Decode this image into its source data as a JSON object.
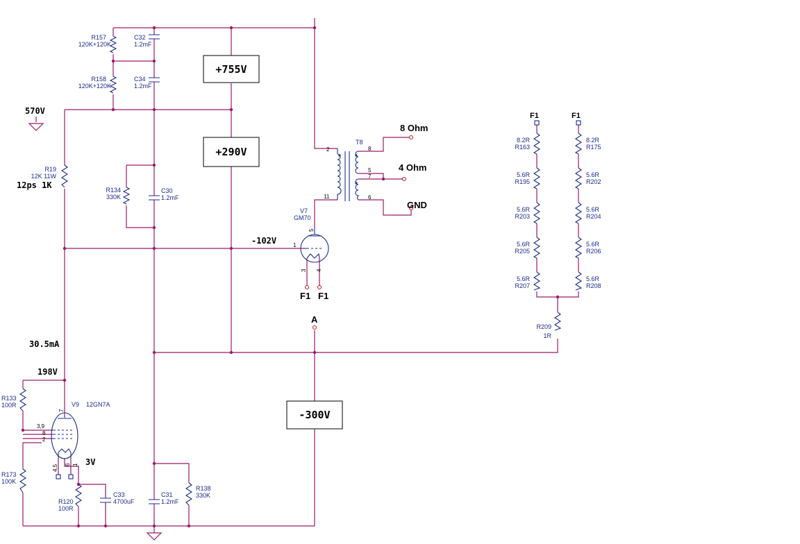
{
  "voltage_boxes": {
    "v755": "+755V",
    "v290": "+290V",
    "vneg300": "-300V"
  },
  "net_labels": {
    "v570": "570V",
    "neg102": "-102V",
    "current": "30.5mA",
    "v198": "198V",
    "v3": "3V",
    "rating": "12ps 1K",
    "node_a": "A",
    "f1_a": "F1",
    "f1_b": "F1",
    "f1_c": "F1",
    "f1_d": "F1"
  },
  "outputs": {
    "ohm8": "8 Ohm",
    "ohm4": "4 Ohm",
    "gnd": "GND"
  },
  "components": {
    "r157": {
      "ref": "R157",
      "val": "120K+120K"
    },
    "r158": {
      "ref": "R158",
      "val": "120K+120K"
    },
    "c32": {
      "ref": "C32",
      "val": "1.2mF"
    },
    "c34": {
      "ref": "C34",
      "val": "1.2mF"
    },
    "r19": {
      "ref": "R19",
      "val": "12K 11W"
    },
    "r134": {
      "ref": "R134",
      "val": "330K"
    },
    "c30": {
      "ref": "C30",
      "val": "1.2mF"
    },
    "t8": {
      "ref": "T8"
    },
    "v7": {
      "ref": "V7",
      "val": "GM70"
    },
    "v9": {
      "ref": "V9",
      "val": "12GN7A"
    },
    "r133": {
      "ref": "R133",
      "val": "100R"
    },
    "r173": {
      "ref": "R173",
      "val": "100K"
    },
    "r120": {
      "ref": "R120",
      "val": "100R"
    },
    "c33": {
      "ref": "C33",
      "val": "4700uF"
    },
    "c31": {
      "ref": "C31",
      "val": "1.2mF"
    },
    "r138": {
      "ref": "R138",
      "val": "330K"
    },
    "r209": {
      "ref": "R209",
      "val": "1R"
    },
    "r163": {
      "ref": "R163",
      "val": "8.2R"
    },
    "r195": {
      "ref": "R195",
      "val": "5.6R"
    },
    "r203": {
      "ref": "R203",
      "val": "5.6R"
    },
    "r205": {
      "ref": "R205",
      "val": "5.6R"
    },
    "r207": {
      "ref": "R207",
      "val": "5.6R"
    },
    "r175": {
      "ref": "R175",
      "val": "8.2R"
    },
    "r202": {
      "ref": "R202",
      "val": "5.6R"
    },
    "r204": {
      "ref": "R204",
      "val": "5.6R"
    },
    "r206": {
      "ref": "R206",
      "val": "5.6R"
    },
    "r208": {
      "ref": "R208",
      "val": "5.6R"
    }
  },
  "pins": {
    "t8_2": "2",
    "t8_11": "11",
    "t8_8": "8",
    "t8_5": "5",
    "t8_7": "7",
    "t8_6": "6",
    "v7_1": "1",
    "v7_5": "5",
    "v7_3": "3",
    "v7_4": "4",
    "v9_7": "7",
    "v9_39": "3,9",
    "v9_8": "8",
    "v9_2": "2",
    "v9_45": "4,5",
    "v9_6": "6",
    "v9_1": "1"
  }
}
